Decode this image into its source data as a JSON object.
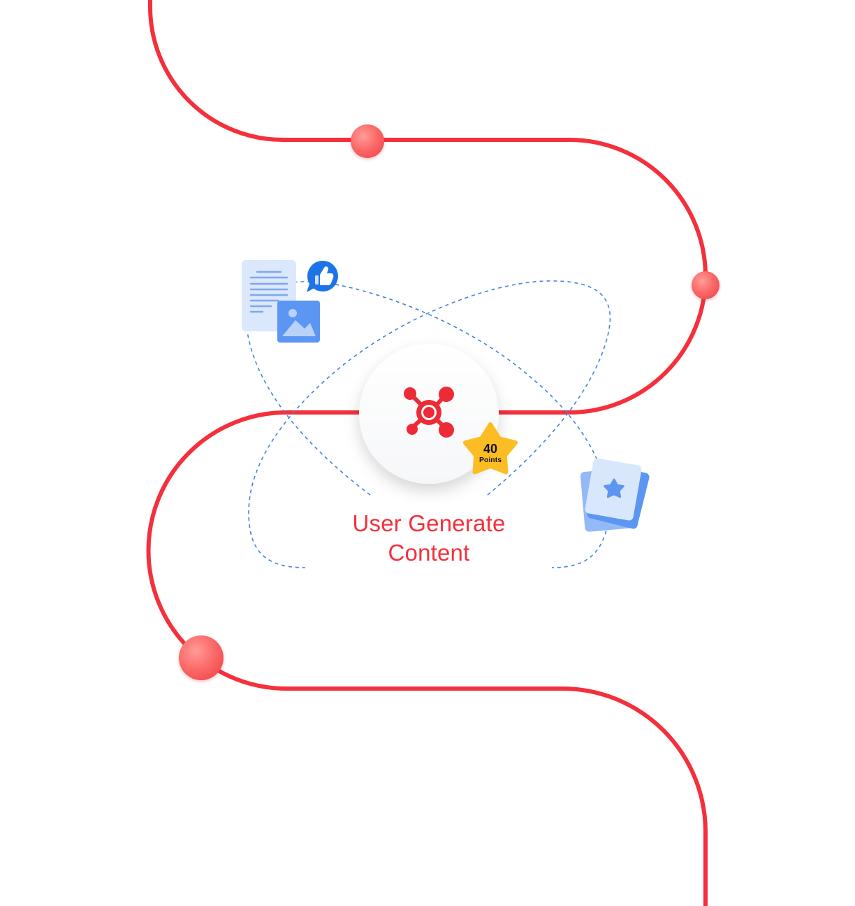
{
  "node": {
    "title_line1": "User Generate",
    "title_line2": "Content",
    "icon": "network-hub-icon"
  },
  "badge": {
    "value": "40",
    "unit": "Points",
    "icon": "star-badge-icon"
  },
  "decorations": {
    "document_icon": "document-icon",
    "image_icon": "image-icon",
    "like_icon": "thumbs-up-icon",
    "cards_icon": "star-cards-icon"
  },
  "colors": {
    "path": "#f4303c",
    "milestone": "#fb6163",
    "orbit": "#3f82e0",
    "badge": "#fbbd23",
    "accent_blue": "#5b96f2",
    "like_blue": "#1e74e6"
  }
}
